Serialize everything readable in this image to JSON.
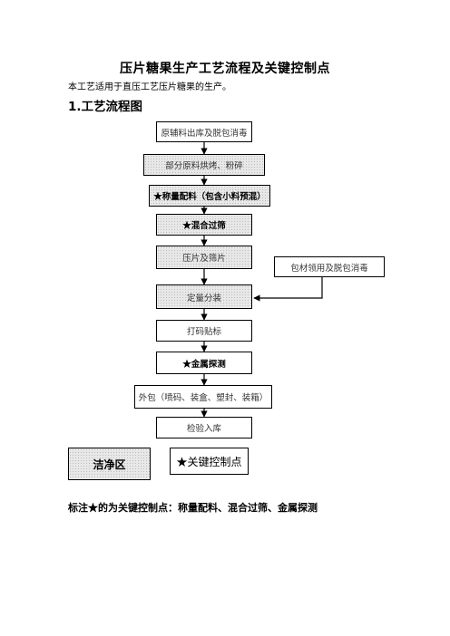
{
  "document": {
    "title": "压片糖果生产工艺流程及关键控制点",
    "intro": "本工艺适用于直压工艺压片糖果的生产。",
    "section_heading": "1.工艺流程图",
    "note": "标注★的为关键控制点：称量配料、混合过筛、金属探测"
  },
  "flowchart": {
    "steps": [
      {
        "label": "原辅料出库及脱包消毒"
      },
      {
        "label": "部分原料烘烤、粉碎"
      },
      {
        "label": "★称量配料（包含小料预混）"
      },
      {
        "label": "★混合过筛"
      },
      {
        "label": "压片及筛片"
      },
      {
        "label": "定量分装"
      },
      {
        "label": "打码贴标"
      },
      {
        "label": "★金属探测"
      },
      {
        "label": "外包（喷码、装盒、塑封、装箱）"
      },
      {
        "label": "检验入库"
      }
    ],
    "side_step": {
      "label": "包材领用及脱包消毒"
    },
    "legend": {
      "clean_area": "洁净区",
      "key_point": "★关键控制点"
    }
  }
}
